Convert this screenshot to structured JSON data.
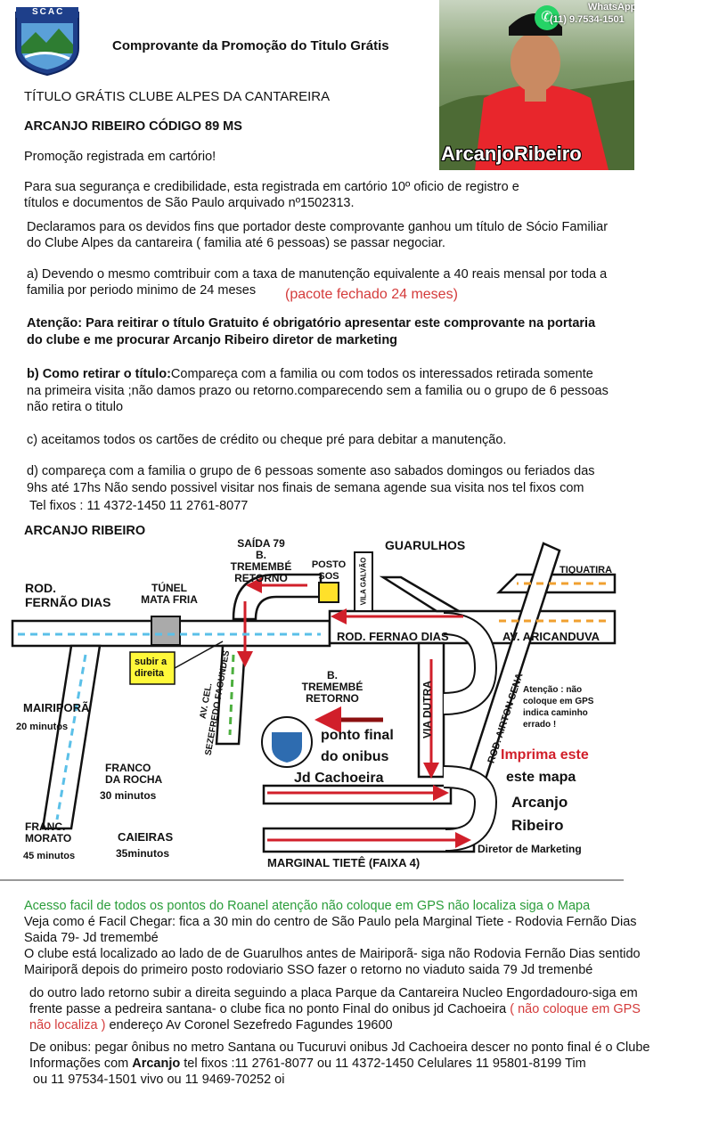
{
  "header": {
    "title": "Comprovante da Promoção do Titulo Grátis",
    "whatsapp_label": "WhatsApp",
    "whatsapp_number": "(11) 9.7534-1501",
    "photo_caption": "ArcanjoRibeiro",
    "logo_text": "SCAC"
  },
  "doc": {
    "line1": "TÍTULO GRÁTIS CLUBE ALPES DA CANTAREIRA",
    "line2": "ARCANJO RIBEIRO CÓDIGO 89 MS",
    "line3": "Promoção registrada em cartório!",
    "p1a": "Para sua segurança e credibilidade, esta registrada em cartório 10º oficio de registro e",
    "p1b": "títulos e documentos de São Paulo arquivado nº1502313.",
    "p2a": "Declaramos para os devidos fins que portador deste comprovante ganhou um título de Sócio Familiar",
    "p2b": "do Clube Alpes da cantareira ( familia até 6 pessoas) se passar negociar.",
    "pa1": "a) Devendo o mesmo comtribuir com a taxa de manutenção equivalente a 40 reais mensal por toda a",
    "pa2": "familia por periodo minimo de 24 meses",
    "pa_note": "(pacote fechado 24 meses)",
    "att1": "Atenção: Para reitirar o título Gratuito é obrigatório apresentar este comprovante na portaria",
    "att2": "do clube e  me procurar Arcanjo Ribeiro diretor de marketing",
    "pb_head": "b) Como retirar o título:",
    "pb1": "Compareça com a familia ou com todos os interessados retirada somente",
    "pb2": "na primeira visita ;não damos prazo ou retorno.comparecendo sem a familia ou o grupo de 6 pessoas",
    "pb3": "não retira o titulo",
    "pc": "c) aceitamos todos os cartões de crédito ou cheque pré para debitar a manutenção.",
    "pd1": "d) compareça com a familia o grupo de 6 pessoas somente aso sabados domingos ou feriados das",
    "pd2": "9hs até 17hs  Não sendo possivel visitar nos finais de semana agende sua visita nos tel fixos com",
    "pd3": "Tel fixos :  11 4372-1450  11 2761-8077",
    "sign": "ARCANJO RIBEIRO"
  },
  "map": {
    "saida1": "SAÍDA 79",
    "saida2": "B. TREMEMBÉ",
    "saida3": "RETORNO",
    "posto1": "POSTO",
    "posto2": "SOS",
    "guarulhos": "GUARULHOS",
    "tiquatira": "TIQUATIRA",
    "fernao1": "ROD.",
    "fernao2": "FERNÃO DIAS",
    "tunel1": "TÚNEL",
    "tunel2": "MATA FRIA",
    "vila_galvao": "VILA GALVÃO",
    "rod_fernao": "ROD. FERNAO DIAS",
    "aricanduva": "AV. ARICANDUVA",
    "subir": "subir a direita",
    "tremembe1": "B. TREMEMBÉ",
    "tremembe2": "RETORNO",
    "mairipora": "MAIRIPORÃ",
    "mairipora_time": "20 minutos",
    "av_cel": "AV. CEL.",
    "sezefredo": "SEZEFREDO FAGUNDES",
    "via_dutra": "VIA DUTRA",
    "airton": "ROD. AIRTON SENA",
    "gps_note1": "Atenção : não",
    "gps_note2": "coloque em GPS",
    "gps_note3": "indica caminho",
    "gps_note4": "errado !",
    "ponto1": "ponto final",
    "ponto2": "do onibus",
    "ponto3": "Jd Cachoeira",
    "franco1": "FRANCO",
    "franco2": "DA ROCHA",
    "franco_time": "30 minutos",
    "imprima": "Imprima este",
    "mapa": "este mapa",
    "arcanjo": "Arcanjo",
    "ribeiro": "Ribeiro",
    "diretor": "Diretor de Marketing",
    "franc1": "FRANC.",
    "franc2": "MORATO",
    "franc_time": "45 minutos",
    "caieiras": "CAIEIRAS",
    "caieiras_time": "35minutos",
    "marginal": "MARGINAL TIETÊ (FAIXA 4)"
  },
  "footer": {
    "green": "Acesso facil de todos os pontos do Roanel  atenção não coloque em GPS não localiza siga o Mapa",
    "f1": "Veja como é Facil Chegar: fica a 30 min do centro de São Paulo pela Marginal Tiete - Rodovia Fernão Dias",
    "f2": "Saida 79- Jd tremembé",
    "f3": "O clube está localizado ao lado de de Guarulhos antes de Mairiporã- siga não Rodovia Fernão Dias sentido",
    "f4": "Mairiporã depois do primeiro posto rodoviario SSO fazer o retorno no viaduto saida 79 Jd tremenbé",
    "g1": "do outro lado retorno subir a direita seguindo a placa Parque da Cantareira Nucleo Engordadouro-siga em",
    "g2": "frente passe a pedreira santana- o clube fica no ponto Final do onibus jd Cachoeira",
    "g2_red": "( não coloque em  GPS",
    "g3_red": "não localiza )",
    "g3": "endereço Av Coronel Sezefredo Fagundes 19600",
    "h1": "De onibus: pegar ônibus no metro Santana ou Tucuruvi  onibus Jd Cachoeira descer no ponto final é o Clube",
    "h2a": "Informações com",
    "h2b": "Arcanjo",
    "h2c": "tel fixos :11 2761-8077 ou 11 4372-1450  Celulares 11 95801-8199 Tim",
    "h3": "ou 11 97534-1501 vivo ou    11 9469-70252 oi"
  },
  "colors": {
    "red_text": "#d43b3b",
    "green_text": "#2a9d3a",
    "road_arrow_red": "#d11f2a",
    "road_arrow_blue": "#5bc0e8",
    "road_arrow_orange": "#f0a030",
    "road_arrow_green": "#4caf3e",
    "whatsapp": "#25d366"
  }
}
